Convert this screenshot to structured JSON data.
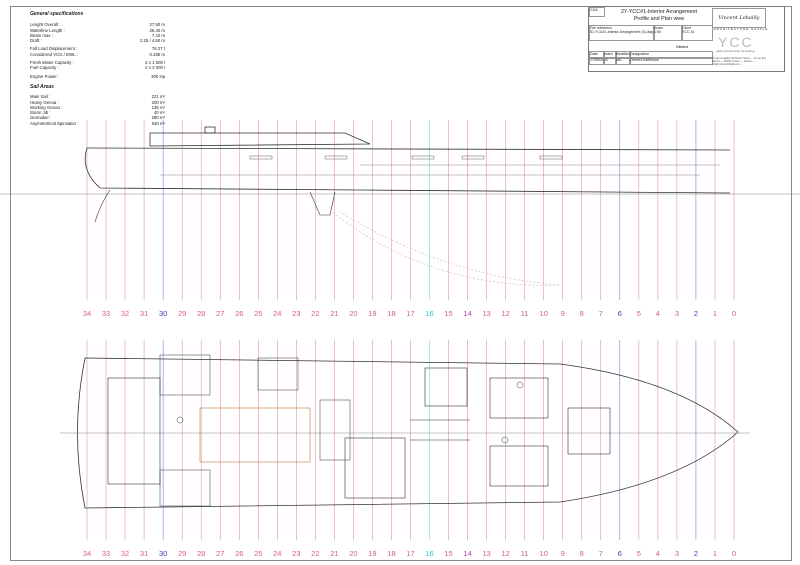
{
  "specs": {
    "title": "General specifications",
    "group1": [
      {
        "label": "Lenght Overall :",
        "value": "27.50 m"
      },
      {
        "label": "Waterline Length :",
        "value": "26.40 m"
      },
      {
        "label": "Beam max :",
        "value": "7.42 m"
      },
      {
        "label": "Draft :",
        "value": "2.25 / 4.50 m"
      }
    ],
    "group2": [
      {
        "label": "Full Load Displacement :",
        "value": "76.27 t"
      },
      {
        "label": "Considered VCG / DWL :",
        "value": "0.485 m"
      }
    ],
    "group3": [
      {
        "label": "Fresh Water Capacity :",
        "value": "2 x 1 500 l"
      },
      {
        "label": "Fuel Capacity :",
        "value": "2 x 2 000 l"
      }
    ],
    "group4": [
      {
        "label": "Engine Power :",
        "value": "300 Hp"
      }
    ],
    "sail_title": "Sail Areas",
    "sails": [
      {
        "label": "Main Sail :",
        "value": "221 m²"
      },
      {
        "label": "Heavy Genoa :",
        "value": "200 m²"
      },
      {
        "label": "Working Genoa :",
        "value": "135 m²"
      },
      {
        "label": "Storm Jib :",
        "value": "40 m²"
      },
      {
        "label": "Gennaker :",
        "value": "280 m²"
      },
      {
        "label": "Asymmetrical Spinnaker :",
        "value": "530 m²"
      }
    ]
  },
  "titleblock": {
    "code_left": "COA",
    "title_line1": "27-YCC#1-Interior Arrangement",
    "title_line2": "Profile and Plan view",
    "file_ref_label": "File reference",
    "file_ref_value": "ID-YCC#1-Interior Arrangement (3).dwg",
    "scale_label": "Scale",
    "scale_value": "1:50",
    "client_label": "Client",
    "client_value": "YCC #1",
    "status": "Initiated",
    "date_col": "Date",
    "index_col": "Index",
    "modified_col": "Modified by",
    "designation_col": "Designation",
    "row_date": "17/06/2015",
    "row_index": "01",
    "row_mod": "MA",
    "row_designation": "Owners Bathroom"
  },
  "logo": {
    "name": "Vincent Lebailly",
    "sub": "ARCHITECTURE NAVALE",
    "mark": "YCC",
    "tag": "yacht construction consulting",
    "address": "Vincent Lebailly Architecte Naval — 14 rue des Marins — 56100 Lorient — France — info@vincentlebailly.com"
  },
  "stations": [
    "34",
    "33",
    "32",
    "31",
    "30",
    "29",
    "28",
    "27",
    "26",
    "25",
    "24",
    "23",
    "22",
    "21",
    "20",
    "19",
    "18",
    "17",
    "16",
    "15",
    "14",
    "13",
    "12",
    "11",
    "10",
    "9",
    "8",
    "7",
    "6",
    "5",
    "4",
    "3",
    "2",
    "1",
    "0"
  ],
  "colors": {
    "station_red": "#d4626e",
    "station_blue": "#3a3fb0",
    "station_cyan": "#2cc7c7",
    "station_magenta": "#c040b0",
    "line": "#333333"
  }
}
